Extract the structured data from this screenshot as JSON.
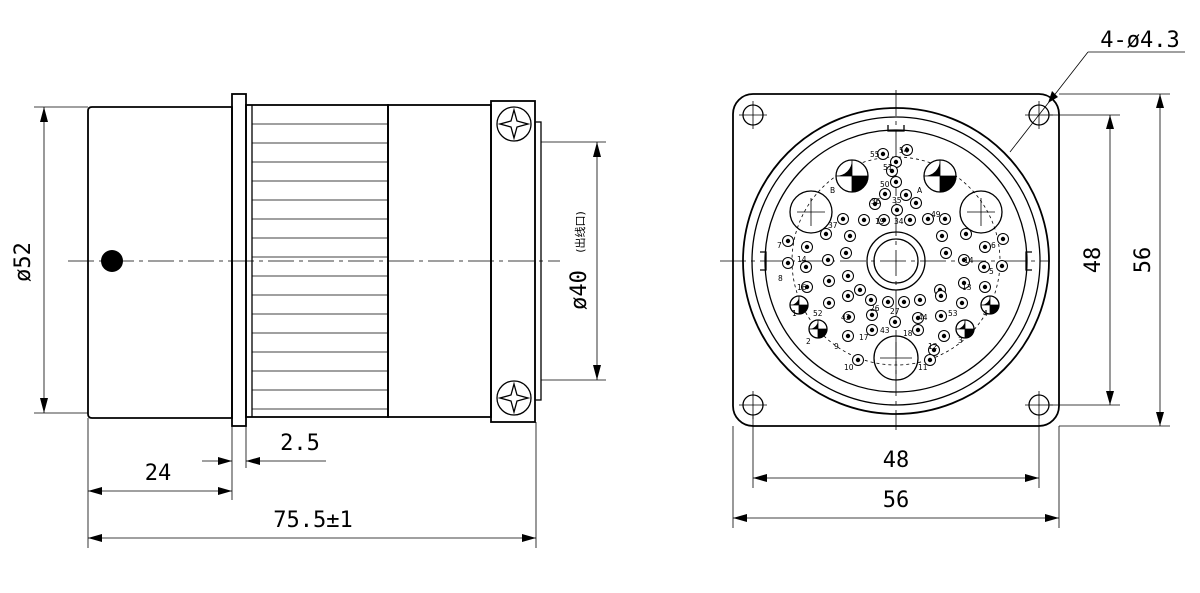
{
  "side_view": {
    "dia_body": "ø52",
    "dia_outlet": "ø40",
    "outlet_note": "(出线口)",
    "flange_thickness": "2.5",
    "front_length": "24",
    "total_length": "75.5±1"
  },
  "front_view": {
    "holes": "4-ø4.3",
    "hole_spacing_h": "48",
    "width": "56",
    "hole_spacing_v": "48",
    "height": "56"
  },
  "pin_labels": [
    {
      "t": "55"
    },
    {
      "t": "54"
    },
    {
      "t": "51"
    },
    {
      "t": "50"
    },
    {
      "t": "36"
    },
    {
      "t": "35"
    },
    {
      "t": "B"
    },
    {
      "t": "A"
    },
    {
      "t": "37"
    },
    {
      "t": "19"
    },
    {
      "t": "34"
    },
    {
      "t": "49"
    },
    {
      "t": "7"
    },
    {
      "t": "14"
    },
    {
      "t": "8"
    },
    {
      "t": "16"
    },
    {
      "t": "6"
    },
    {
      "t": "14"
    },
    {
      "t": "5"
    },
    {
      "t": "13"
    },
    {
      "t": "52"
    },
    {
      "t": "1"
    },
    {
      "t": "42"
    },
    {
      "t": "26"
    },
    {
      "t": "27"
    },
    {
      "t": "44"
    },
    {
      "t": "53"
    },
    {
      "t": "4"
    },
    {
      "t": "2"
    },
    {
      "t": "9"
    },
    {
      "t": "17"
    },
    {
      "t": "43"
    },
    {
      "t": "18"
    },
    {
      "t": "12"
    },
    {
      "t": "3"
    },
    {
      "t": "10"
    },
    {
      "t": "11"
    }
  ]
}
